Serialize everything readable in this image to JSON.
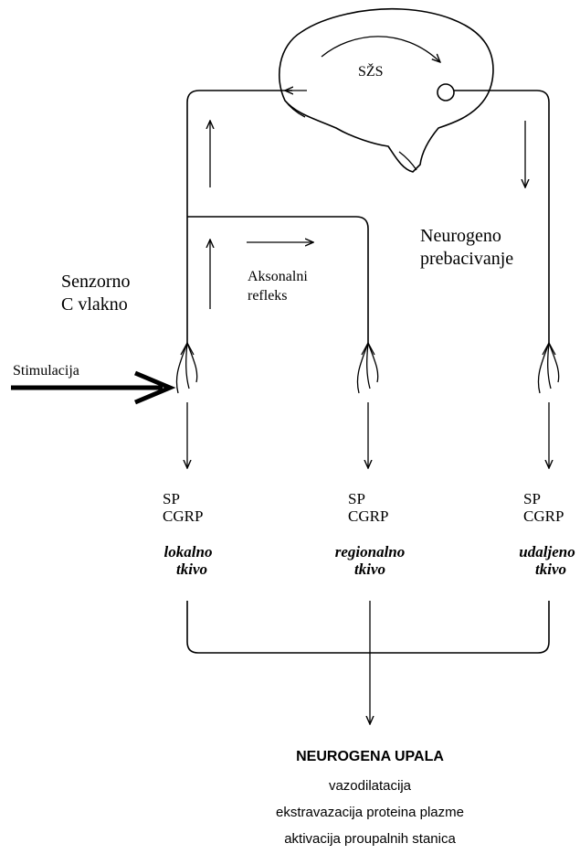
{
  "brain_label": "SŽS",
  "neurogenic_switch_label": [
    "Neurogeno",
    "prebacivanje"
  ],
  "sensory_fiber_label": [
    "Senzorno",
    "C vlakno"
  ],
  "axon_reflex_label": [
    "Aksonalni",
    "refleks"
  ],
  "stimulation_label": "Stimulacija",
  "mediators": [
    "SP",
    "CGRP"
  ],
  "tissues": [
    {
      "line1": "lokalno",
      "line2": "tkivo"
    },
    {
      "line1": "regionalno",
      "line2": "tkivo"
    },
    {
      "line1": "udaljeno",
      "line2": "tkivo"
    }
  ],
  "outcome": {
    "title": "NEUROGENA UPALA",
    "effects": [
      "vazodilatacija",
      "ekstravazacija proteina plazme",
      "aktivacija proupalnih stanica"
    ]
  }
}
